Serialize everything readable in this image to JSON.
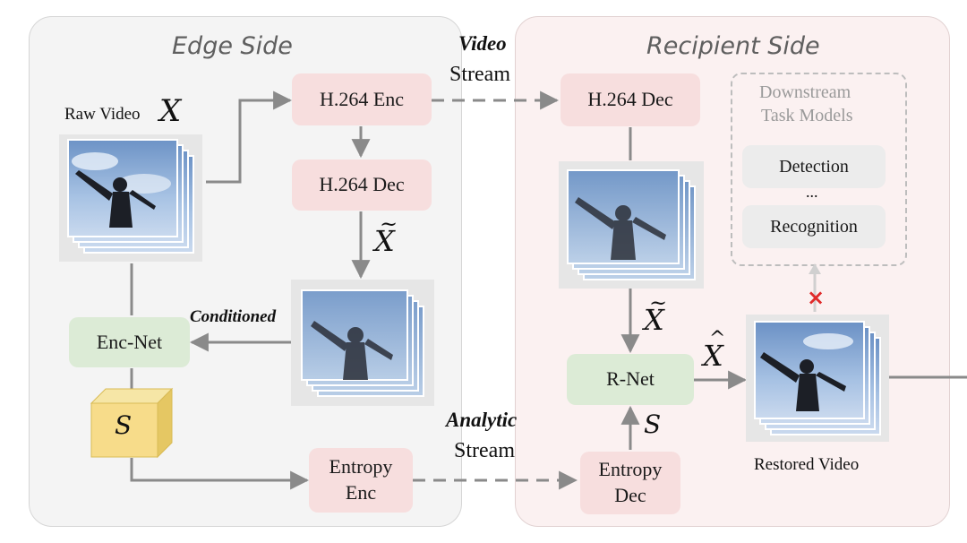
{
  "edge_side": {
    "title": "Edge Side",
    "raw_video_label": "Raw Video",
    "raw_video_symbol": "X",
    "h264_enc": "H.264 Enc",
    "h264_dec": "H.264 Dec",
    "x_tilde": "X",
    "conditioned_label": "Conditioned",
    "enc_net": "Enc-Net",
    "s_symbol": "S",
    "entropy_enc": [
      "Entropy",
      "Enc"
    ]
  },
  "streams": {
    "video": {
      "emphasis": "Video",
      "label": "Stream"
    },
    "analytic": {
      "emphasis": "Analytic",
      "label": "Stream"
    }
  },
  "recipient_side": {
    "title": "Recipient Side",
    "h264_dec": "H.264 Dec",
    "x_tilde": "X",
    "r_net": "R-Net",
    "x_hat": "X",
    "s_symbol": "S",
    "entropy_dec": [
      "Entropy",
      "Dec"
    ],
    "restored_video_label": "Restored Video",
    "downstream": {
      "title": [
        "Downstream",
        "Task Models"
      ],
      "detection": "Detection",
      "ellipsis": "...",
      "recognition": "Recognition"
    },
    "blocked_mark": "×"
  },
  "colors": {
    "pink_box": "#f7dede",
    "green_box": "#dcebd6",
    "cube_yellow": "#f7dc8a",
    "arrow_grey": "#8a8a8a",
    "blocked_red": "#e02a2a"
  }
}
